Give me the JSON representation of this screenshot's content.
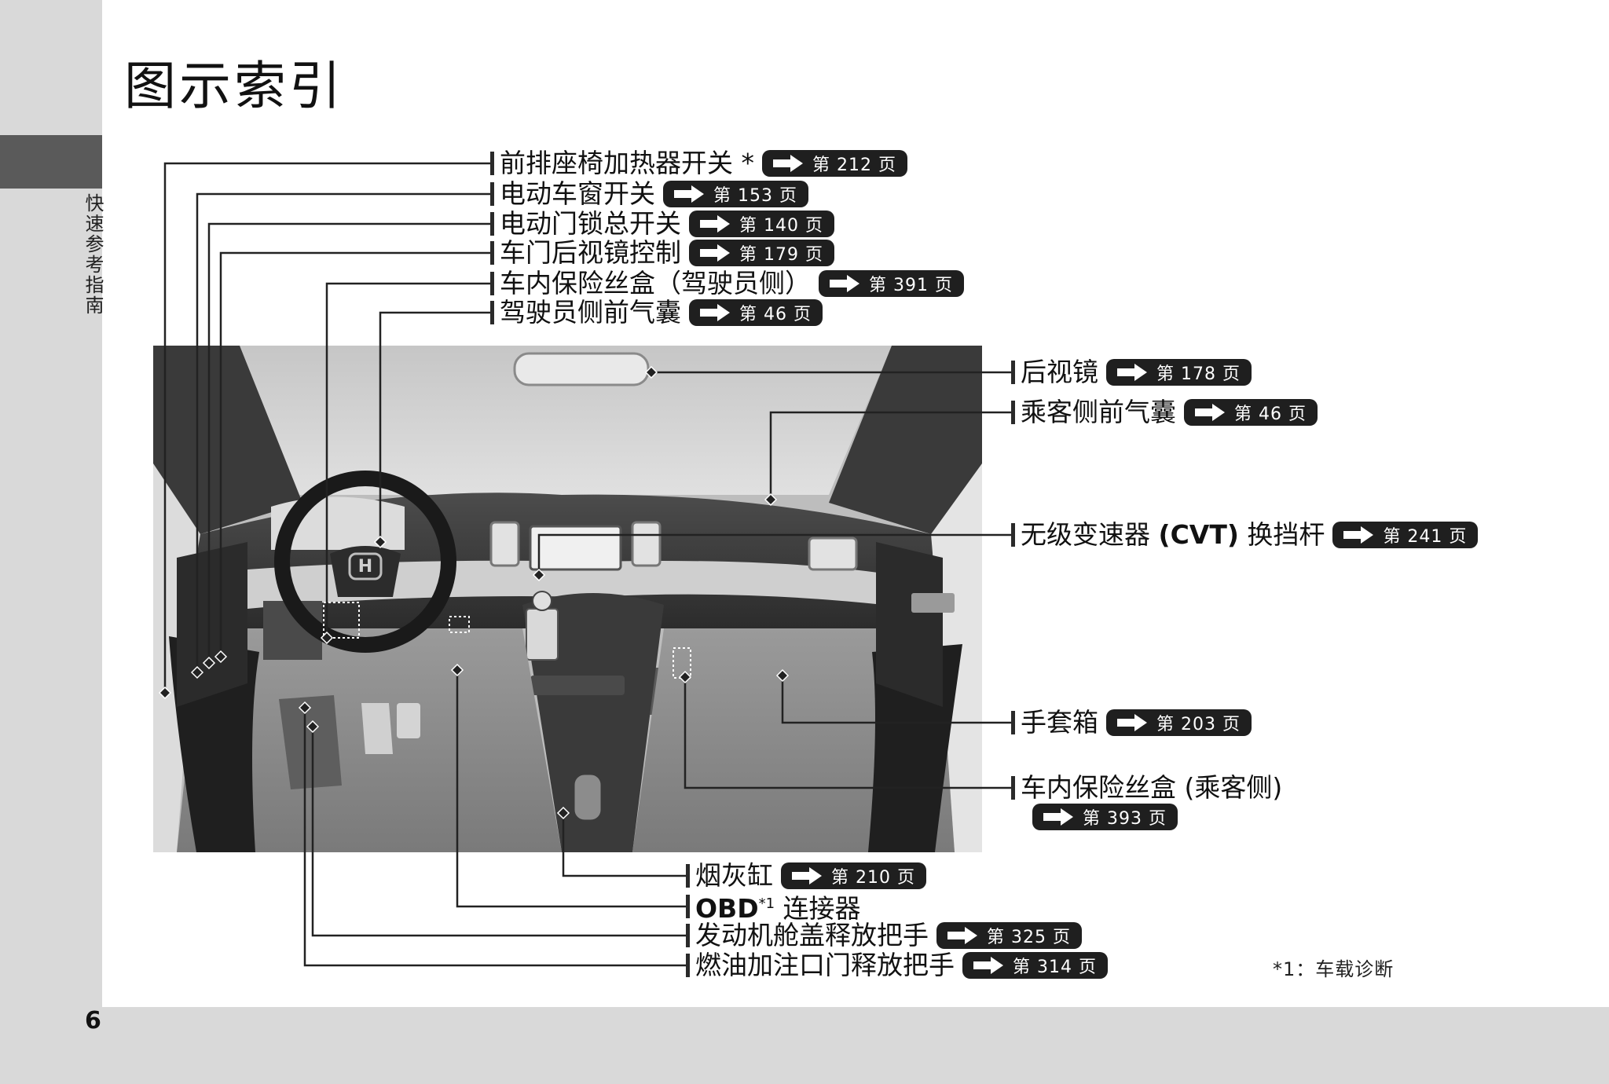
{
  "page": {
    "title": "图示索引",
    "section_label": "快速参考指南",
    "page_number": "6",
    "footnote": "*1：车载诊断"
  },
  "callouts": {
    "seat_heater": {
      "label": "前排座椅加热器开关 *",
      "ref": "第 212 页"
    },
    "power_window": {
      "label": "电动车窗开关",
      "ref": "第 153 页"
    },
    "master_door_lock": {
      "label": "电动门锁总开关",
      "ref": "第 140 页"
    },
    "mirror_control": {
      "label": "车门后视镜控制",
      "ref": "第 179 页"
    },
    "fuse_box_driver": {
      "label": "车内保险丝盒（驾驶员侧）",
      "ref": "第 391 页"
    },
    "driver_airbag": {
      "label": "驾驶员侧前气囊",
      "ref": "第 46 页"
    },
    "rearview_mirror": {
      "label": "后视镜",
      "ref": "第 178 页"
    },
    "passenger_airbag": {
      "label": "乘客侧前气囊",
      "ref": "第 46 页"
    },
    "cvt_shift": {
      "label_pre": "无级变速器 ",
      "label_bold": "(CVT)",
      "label_post": " 换挡杆",
      "ref": "第 241 页"
    },
    "glove_box": {
      "label": "手套箱",
      "ref": "第 203 页"
    },
    "fuse_box_passenger": {
      "label": "车内保险丝盒 (乘客侧)",
      "ref": "第 393 页"
    },
    "ashtray": {
      "label": "烟灰缸",
      "ref": "第 210 页"
    },
    "obd": {
      "label_bold": "OBD",
      "sup": "*1",
      "label_post": " 连接器"
    },
    "hood_release": {
      "label": "发动机舱盖释放把手",
      "ref": "第 325 页"
    },
    "fuel_door": {
      "label": "燃油加注口门释放把手",
      "ref": "第 314 页"
    }
  },
  "colors": {
    "sidebar_band": "#d9d9d9",
    "sidebar_tab": "#5a5a5a",
    "ref_badge": "#1f1f1f"
  },
  "icons": {
    "ref_arrow": "right-arrow-icon"
  }
}
